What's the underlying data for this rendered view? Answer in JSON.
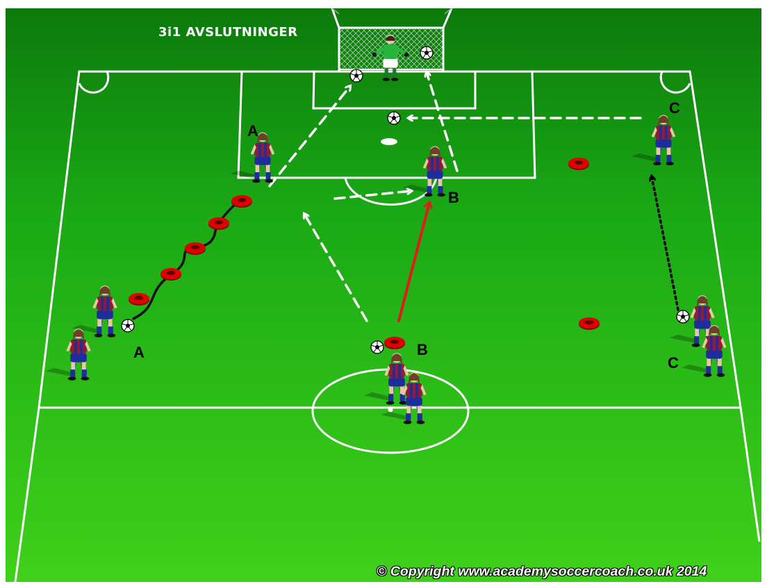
{
  "diagram": {
    "title": "3i1 AVSLUTNINGER",
    "copyright": "© Copyright www.academysoccercoach.co.uk 2014",
    "groups": {
      "a_top": "A",
      "a_bottom": "A",
      "b_right": "B",
      "b_bottom": "B",
      "c_top": "C",
      "c_bottom": "C"
    },
    "colors": {
      "pitch_light": "#3fd11a",
      "pitch_dark": "#0c7a0c",
      "lines": "#ffffff",
      "pass_arrow": "#ffffff",
      "shot_arrow": "#e21a1a",
      "run_arrow": "#000000",
      "cone": "#e00000",
      "player_shirt": "#8b1c3a",
      "player_shorts": "#1e2d9c",
      "goalkeeper_shirt": "#27b53b"
    },
    "icons": [
      "soccer-ball-icon",
      "cone-icon",
      "player-icon",
      "goalkeeper-icon",
      "goal-net-icon"
    ]
  }
}
